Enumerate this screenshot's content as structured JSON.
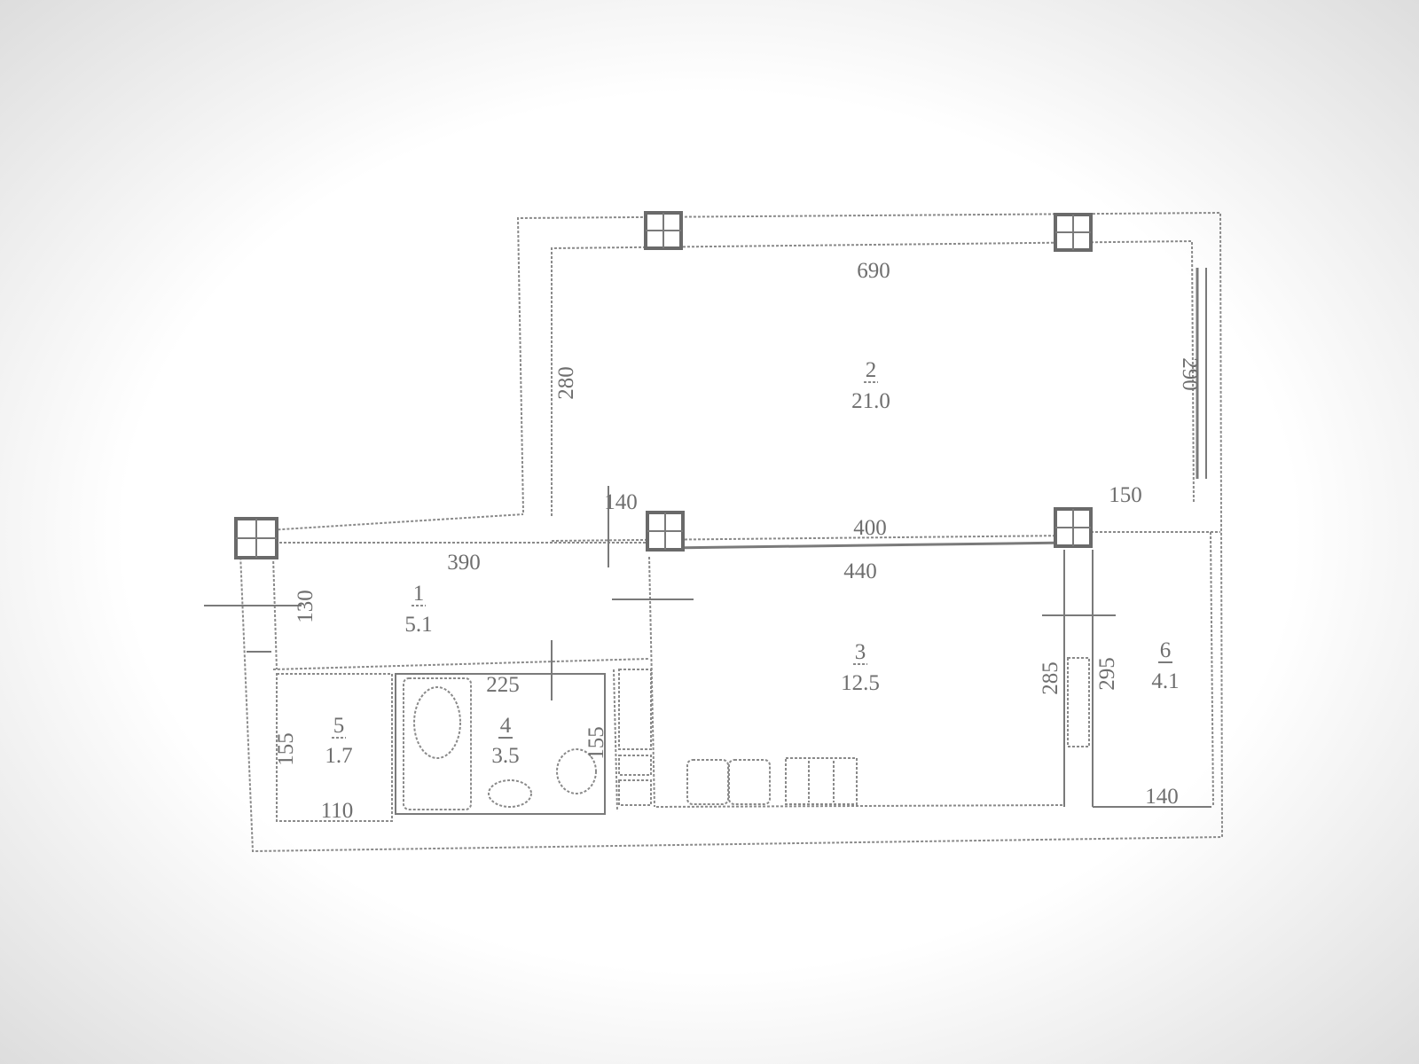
{
  "rooms": [
    {
      "number": "1",
      "area": "5.1"
    },
    {
      "number": "2",
      "area": "21.0"
    },
    {
      "number": "3",
      "area": "12.5"
    },
    {
      "number": "4",
      "area": "3.5"
    },
    {
      "number": "5",
      "area": "1.7"
    },
    {
      "number": "6",
      "area": "4.1"
    }
  ],
  "dimensions": {
    "room2_top": "690",
    "room2_left": "280",
    "room2_right": "290",
    "room2_bottom": "400",
    "room2_bottom_left": "140",
    "room2_bottom_right": "150",
    "room1_top": "390",
    "room1_left": "130",
    "room3_top": "440",
    "room3_right": "285",
    "room6_left": "295",
    "room6_bottom": "140",
    "room4_top": "225",
    "room4_right": "155",
    "room5_left": "155",
    "room5_bottom": "110"
  },
  "colors": {
    "line": "#7a7a7a",
    "background": "#f4f4f4"
  }
}
